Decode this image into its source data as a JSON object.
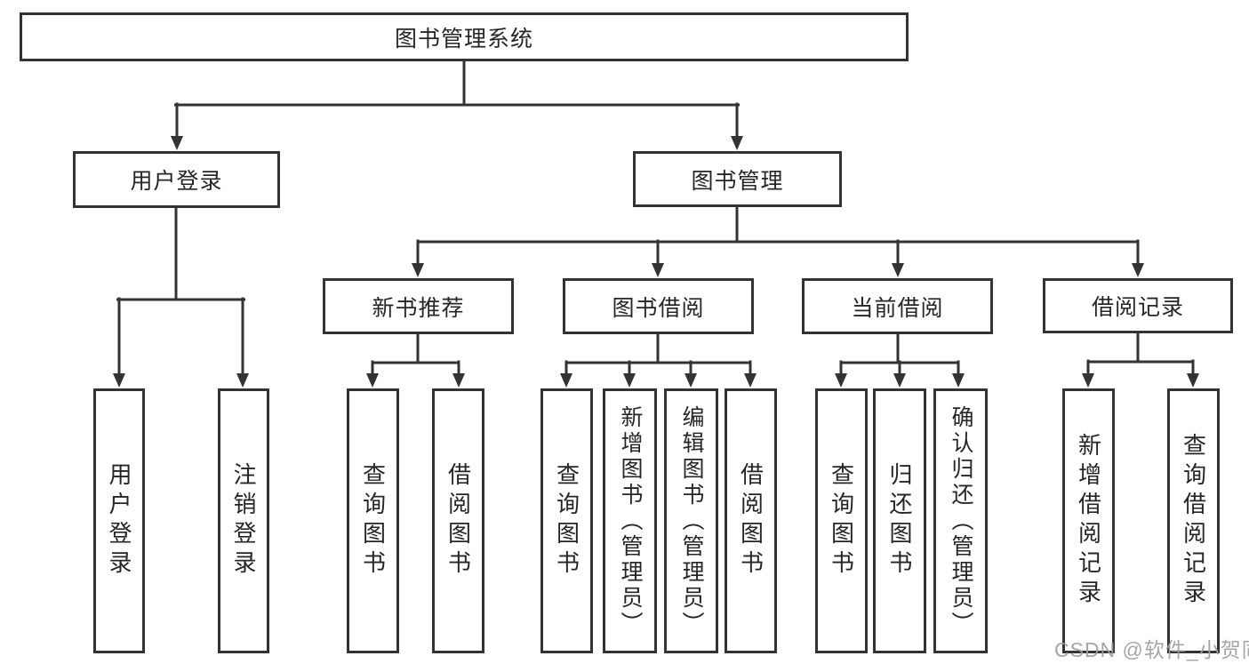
{
  "diagram": {
    "root": {
      "label": "图书管理系统"
    },
    "level2": [
      {
        "id": "user-login",
        "label": "用户登录"
      },
      {
        "id": "book-management",
        "label": "图书管理"
      }
    ],
    "level3": [
      {
        "id": "new-book-recommend",
        "label": "新书推荐",
        "parent": "图书管理"
      },
      {
        "id": "book-borrow",
        "label": "图书借阅",
        "parent": "图书管理"
      },
      {
        "id": "current-borrow",
        "label": "当前借阅",
        "parent": "图书管理"
      },
      {
        "id": "borrow-records",
        "label": "借阅记录",
        "parent": "图书管理"
      }
    ],
    "leaves": [
      {
        "id": "leaf-user-login",
        "label": "用户登录",
        "parent": "用户登录"
      },
      {
        "id": "leaf-logout",
        "label": "注销登录",
        "parent": "用户登录"
      },
      {
        "id": "leaf-query-books-recommend",
        "label": "查询图书",
        "parent": "新书推荐"
      },
      {
        "id": "leaf-borrow-books-recommend",
        "label": "借阅图书",
        "parent": "新书推荐"
      },
      {
        "id": "leaf-query-books-borrow",
        "label": "查询图书",
        "parent": "图书借阅"
      },
      {
        "id": "leaf-add-books-admin",
        "label": "新增图书（管理员）",
        "parent": "图书借阅"
      },
      {
        "id": "leaf-edit-books-admin",
        "label": "编辑图书（管理员）",
        "parent": "图书借阅"
      },
      {
        "id": "leaf-borrow-books-borrow",
        "label": "借阅图书",
        "parent": "图书借阅"
      },
      {
        "id": "leaf-query-books-current",
        "label": "查询图书",
        "parent": "当前借阅"
      },
      {
        "id": "leaf-return-books",
        "label": "归还图书",
        "parent": "当前借阅"
      },
      {
        "id": "leaf-confirm-return-admin",
        "label": "确认归还（管理员）",
        "parent": "当前借阅"
      },
      {
        "id": "leaf-add-borrow-record",
        "label": "新增借阅记录",
        "parent": "借阅记录"
      },
      {
        "id": "leaf-query-borrow-record",
        "label": "查询借阅记录",
        "parent": "借阅记录"
      }
    ]
  },
  "watermark": {
    "text": "CSDN @软件_小贺同学"
  },
  "colors": {
    "line": "#333333",
    "text": "#262626",
    "background": "#ffffff",
    "watermark": "#9e9e9e"
  }
}
